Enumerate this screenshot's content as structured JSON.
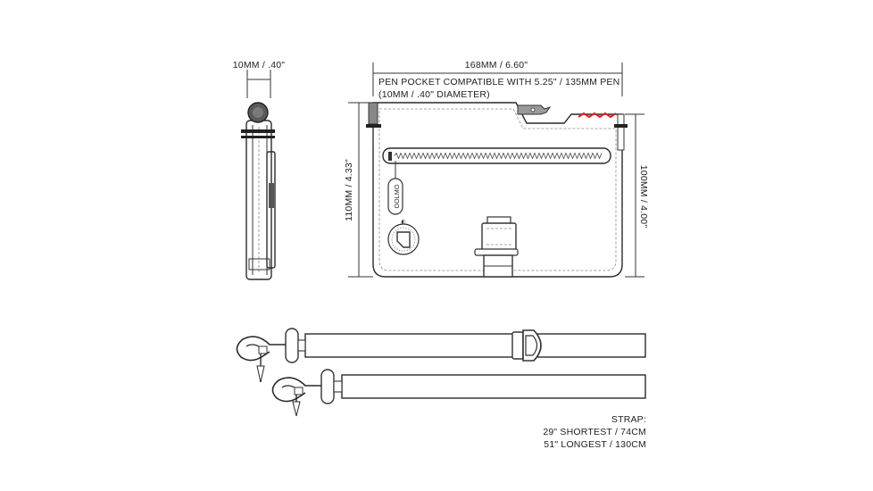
{
  "dimensions": {
    "side_width": "10MM / .40\"",
    "front_width": "168MM / 6.60\"",
    "front_height": "110MM / 4.33\"",
    "body_height": "100MM / 4.00\""
  },
  "pen_pocket_note": {
    "line1": "PEN POCKET COMPATIBLE WITH 5.25\" / 135MM PEN",
    "line2": "(10MM / .40\" DIAMETER)"
  },
  "brand_tag": "OOLMO",
  "strap_specs": {
    "title": "STRAP:",
    "shortest": "29\" SHORTEST / 74CM",
    "longest": "51\" LONGEST / 130CM"
  },
  "colors": {
    "outline": "#2a2a2a",
    "stitch": "#8a8a8a",
    "pen_accent": "#e02020",
    "background": "#ffffff"
  }
}
